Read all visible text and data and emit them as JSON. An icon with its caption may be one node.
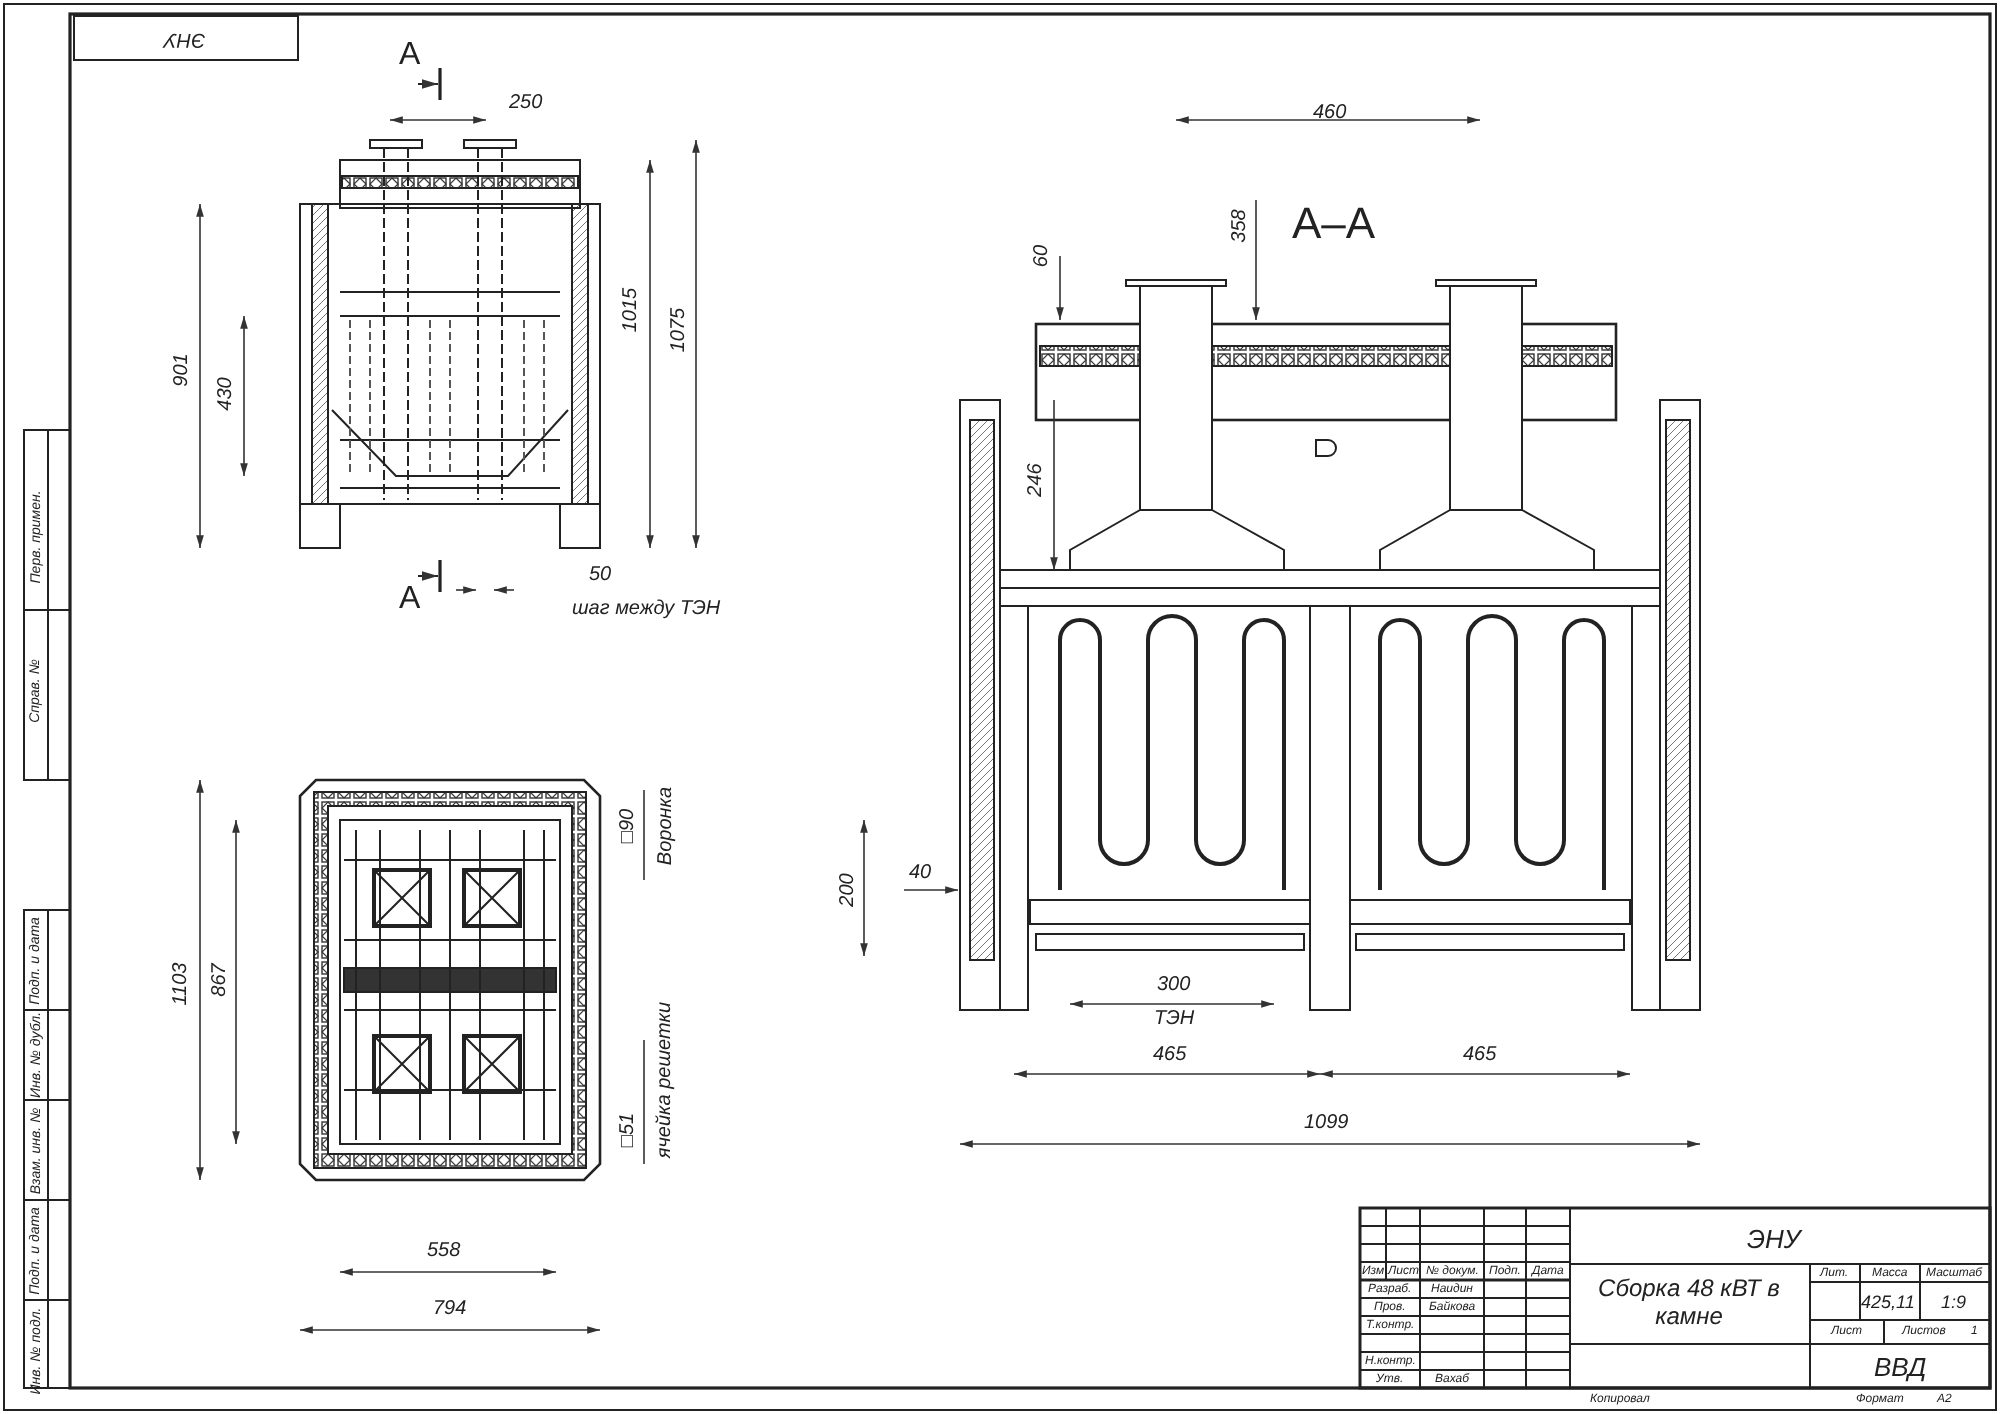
{
  "diagram": {
    "title": "Сборка 48 кВТ в камне",
    "labels": [
      "ЭНУ",
      "А",
      "250",
      "А–А",
      "460",
      "60",
      "358",
      "901",
      "430",
      "1015",
      "1075",
      "246",
      "А",
      "50",
      "шаг между ТЭН",
      "□90",
      "Воронка",
      "1103",
      "867",
      "□51",
      "ячейка решетки",
      "200",
      "40",
      "300",
      "ТЭН",
      "465",
      "465",
      "1099",
      "558",
      "794",
      "Перв. примен.",
      "Справ. №",
      "Подп. и дата",
      "Инв. № дубл.",
      "Взам. инв. №",
      "Подп. и дата",
      "Инв. № подл.",
      "ЭНУ",
      "Изм",
      "Лист",
      "№ докум.",
      "Подп.",
      "Дата",
      "Разраб.",
      "Наидин",
      "Пров.",
      "Байкова",
      "Т.контр.",
      "Н.контр.",
      "Утв.",
      "Вахаб",
      "Лит.",
      "Масса",
      "Масштаб",
      "425,11",
      "1:9",
      "Лист",
      "Листов",
      "1",
      "ВВД",
      "Копировал",
      "Формат",
      "A2"
    ]
  }
}
